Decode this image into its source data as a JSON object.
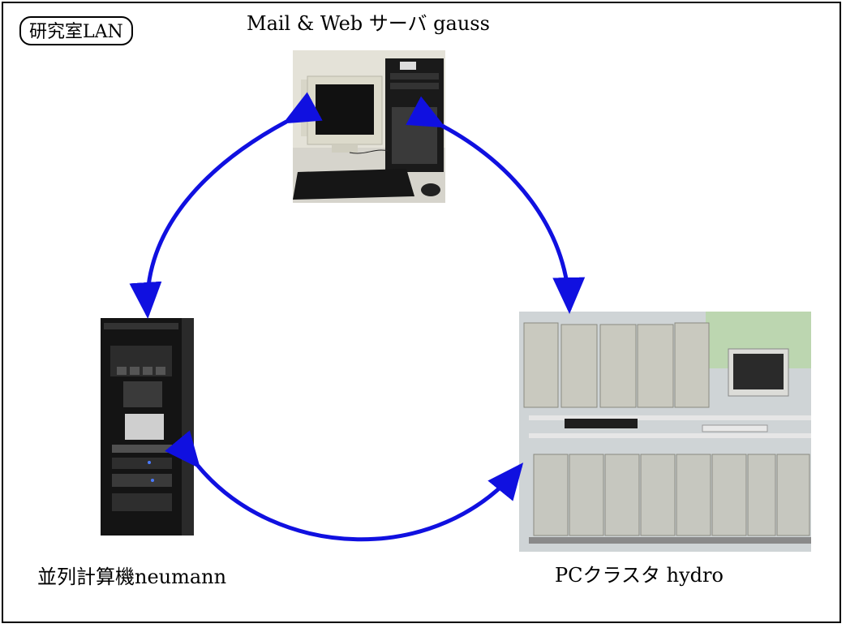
{
  "network": {
    "label": "研究室LAN"
  },
  "nodes": {
    "mail_server": {
      "label": "Mail & Web サーバ gauss",
      "icon": "desktop-server-photo"
    },
    "parallel_computer": {
      "label": "並列計算機neumann",
      "icon": "rack-server-photo"
    },
    "pc_cluster": {
      "label": "PCクラスタ hydro",
      "icon": "pc-cluster-photo"
    }
  },
  "colors": {
    "arrow": "#1010e0",
    "border": "#000000"
  }
}
